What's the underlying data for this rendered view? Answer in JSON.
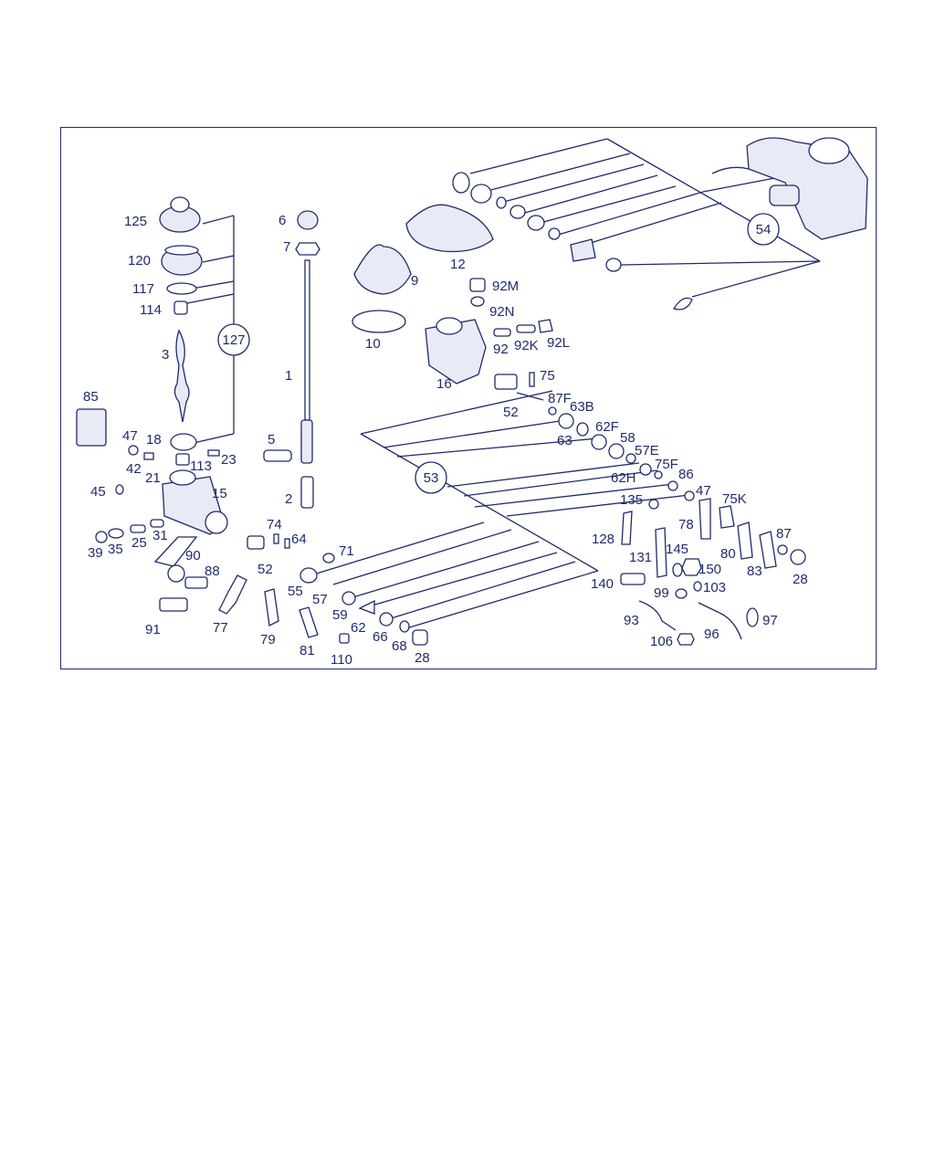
{
  "diagram": {
    "callouts": [
      "127",
      "53",
      "54"
    ],
    "labels": [
      "125",
      "120",
      "117",
      "114",
      "3",
      "127",
      "85",
      "47",
      "18",
      "42",
      "21",
      "113",
      "23",
      "45",
      "15",
      "39",
      "35",
      "25",
      "31",
      "90",
      "88",
      "91",
      "6",
      "7",
      "1",
      "5",
      "2",
      "74",
      "64",
      "52",
      "77",
      "79",
      "71",
      "55",
      "57",
      "81",
      "59",
      "62",
      "110",
      "66",
      "68",
      "28",
      "9",
      "10",
      "12",
      "92M",
      "92N",
      "92",
      "92K",
      "92L",
      "16",
      "75",
      "87F",
      "52",
      "63B",
      "63",
      "62F",
      "58",
      "57E",
      "53",
      "75F",
      "62H",
      "86",
      "135",
      "47",
      "75K",
      "78",
      "128",
      "87",
      "131",
      "145",
      "80",
      "83",
      "28",
      "150",
      "103",
      "140",
      "99",
      "93",
      "96",
      "97",
      "106",
      "54"
    ]
  },
  "colors": {
    "ink": "#1f2a6b",
    "background": "#ffffff"
  }
}
